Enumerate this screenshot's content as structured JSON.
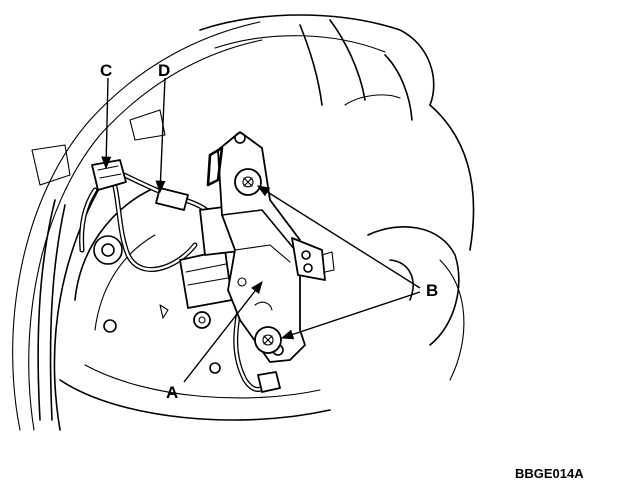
{
  "labels": {
    "a": "A",
    "b": "B",
    "c": "C",
    "d": "D"
  },
  "figure_code": "BBGE014A"
}
